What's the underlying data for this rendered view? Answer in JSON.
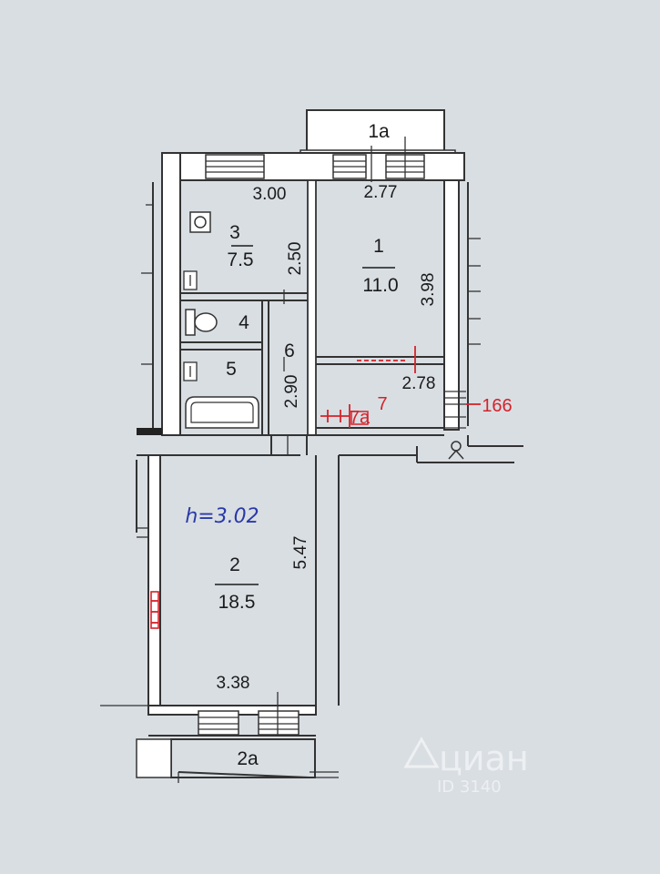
{
  "rooms": [
    {
      "id": "1",
      "area": "11.0",
      "width": "2.77",
      "length": "3.98"
    },
    {
      "id": "2",
      "area": "18.5",
      "width": "3.38",
      "length": "5.47"
    },
    {
      "id": "3",
      "area": "7.5",
      "width": "3.00",
      "length": "2.50"
    },
    {
      "id": "4"
    },
    {
      "id": "5"
    },
    {
      "id": "6",
      "length": "2.90"
    },
    {
      "id": "7",
      "width": "2.78",
      "sub": "7a"
    }
  ],
  "balconies": [
    "1a",
    "2a"
  ],
  "annotations": {
    "ceiling_height": "h=3.02",
    "entrance_number": "166"
  },
  "colors": {
    "background": "#d9dee3",
    "walls": "#333333",
    "annotation_red": "#d4232a",
    "handwriting_blue": "#2a3aa8"
  },
  "watermark": {
    "brand": "циан",
    "id_text": "ID 3140"
  }
}
